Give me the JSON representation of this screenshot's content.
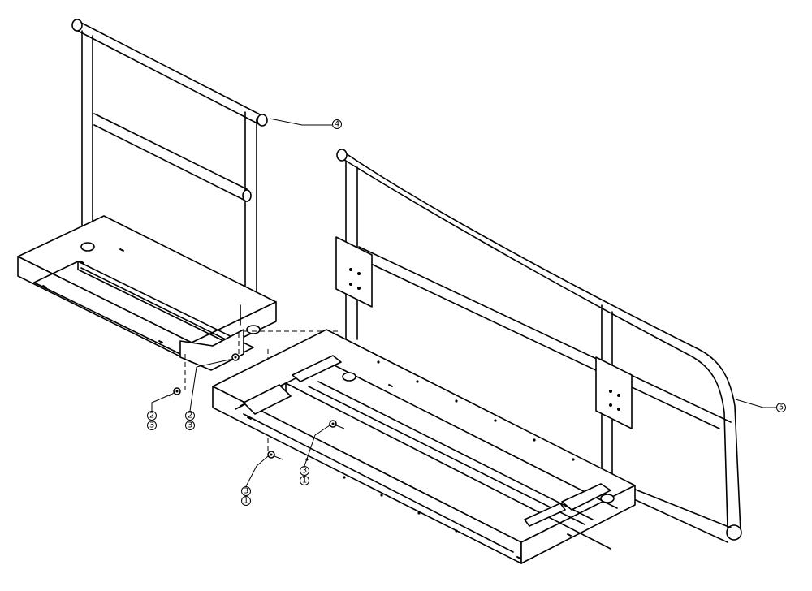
{
  "callouts": {
    "part_4": "4",
    "part_5": "5",
    "left_washer_a": [
      "2",
      "3"
    ],
    "left_washer_b": [
      "2",
      "3"
    ],
    "right_washer_a": [
      "3",
      "1"
    ],
    "right_washer_b": [
      "3",
      "1"
    ]
  },
  "colors": {
    "ink": "#000000",
    "paper": "#ffffff"
  }
}
